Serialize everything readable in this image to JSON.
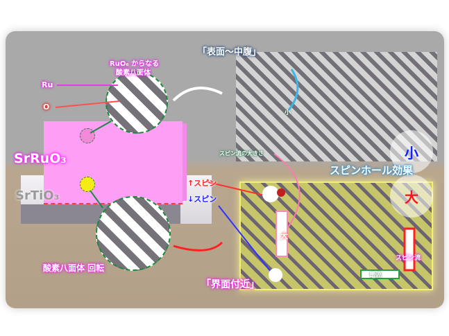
{
  "labels": {
    "octahedron_title_1": "RuO₆ からなる",
    "octahedron_title_2": "酸素八面体",
    "ru": "Ru",
    "o": "O",
    "srruo3": "SrRuO₃",
    "srtio3": "SrTiO₃",
    "rotation": "酸素八面体 回転",
    "surface": "「表面〜中腹」",
    "interface": "「界面付近」",
    "spin_current_magnitude": "スピン流の大きさ",
    "small_arrow": "小",
    "large_arrow": "大",
    "up_spin": "↑スピン",
    "down_spin": "↓スピン",
    "spin_hall": "スピンホール効果",
    "small_bubble": "小",
    "large_bubble": "大",
    "current": "電流",
    "spin_current": "スピン流"
  },
  "colors": {
    "srruo3": "#ff9ef5",
    "up": "#ff2020",
    "down": "#2020ff",
    "interface_glow": "#f3f070"
  }
}
